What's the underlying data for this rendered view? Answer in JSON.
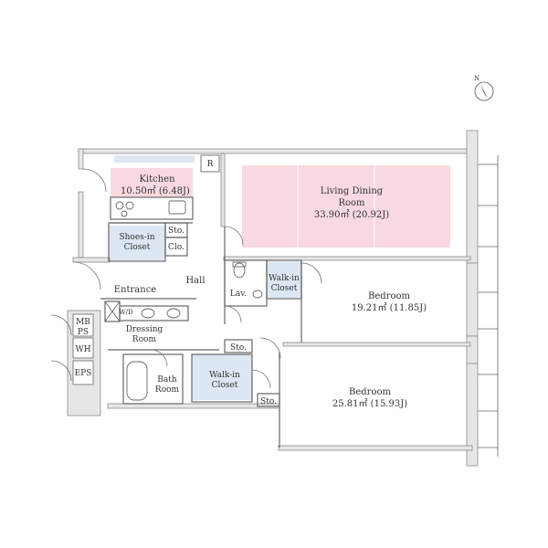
{
  "colors": {
    "wall": "#8c8c8c",
    "wall_fill": "#e6e6e6",
    "line": "#666666",
    "living_fill": "#f8d9df",
    "kitchen_fill": "#f8d9df",
    "closet_fill": "#dde7f3",
    "text": "#333333"
  },
  "compass": {
    "label": "N"
  },
  "rooms": {
    "kitchen": {
      "name": "Kitchen",
      "area": "10.50㎡ (6.48J)"
    },
    "refrigerator": {
      "label": "R"
    },
    "living": {
      "name1": "Living Dining",
      "name2": "Room",
      "area": "33.90㎡ (20.92J)"
    },
    "bedroom1": {
      "name": "Bedroom",
      "area": "19.21㎡ (11.85J)"
    },
    "bedroom2": {
      "name": "Bedroom",
      "area": "25.81㎡ (15.93J)"
    },
    "shoes_closet": {
      "name1": "Shoes-in",
      "name2": "Closet"
    },
    "storage1": {
      "label": "Sto."
    },
    "closet_small": {
      "label": "Clo."
    },
    "hall": {
      "name": "Hall"
    },
    "entrance": {
      "name": "Entrance"
    },
    "lavatory": {
      "name": "Lav."
    },
    "walkin1": {
      "name1": "Walk-in",
      "name2": "Closet"
    },
    "washer": {
      "label": "W/D"
    },
    "dressing": {
      "name1": "Dressing",
      "name2": "Room"
    },
    "storage2": {
      "label": "Sto."
    },
    "bath": {
      "name1": "Bath",
      "name2": "Room"
    },
    "walkin2": {
      "name1": "Walk-in",
      "name2": "Closet"
    },
    "storage3": {
      "label": "Sto."
    },
    "mbps": {
      "name1": "MB",
      "name2": "PS"
    },
    "wh": {
      "name": "WH"
    },
    "eps": {
      "name": "EPS"
    }
  }
}
